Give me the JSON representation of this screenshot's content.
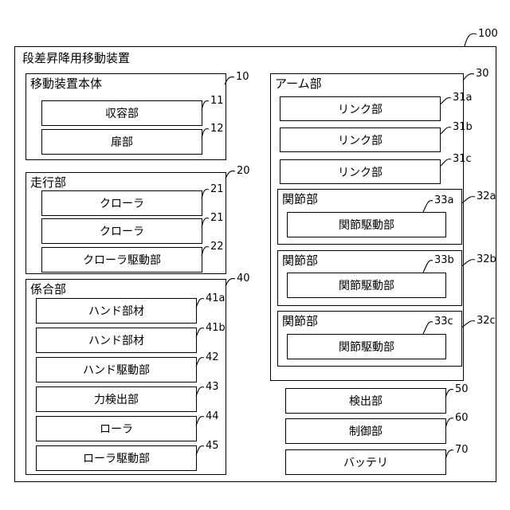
{
  "device": {
    "title": "段差昇降用移動装置",
    "ref": "100"
  },
  "body_unit": {
    "title": "移動装置本体",
    "ref": "10",
    "items": [
      {
        "label": "収容部",
        "ref": "11"
      },
      {
        "label": "扉部",
        "ref": "12"
      }
    ]
  },
  "travel_unit": {
    "title": "走行部",
    "ref": "20",
    "items": [
      {
        "label": "クローラ",
        "ref": "21"
      },
      {
        "label": "クローラ",
        "ref": "21"
      },
      {
        "label": "クローラ駆動部",
        "ref": "22"
      }
    ]
  },
  "engage_unit": {
    "title": "係合部",
    "ref": "40",
    "items": [
      {
        "label": "ハンド部材",
        "ref": "41a"
      },
      {
        "label": "ハンド部材",
        "ref": "41b"
      },
      {
        "label": "ハンド駆動部",
        "ref": "42"
      },
      {
        "label": "力検出部",
        "ref": "43"
      },
      {
        "label": "ローラ",
        "ref": "44"
      },
      {
        "label": "ローラ駆動部",
        "ref": "45"
      }
    ]
  },
  "arm_unit": {
    "title": "アーム部",
    "ref": "30",
    "links": [
      {
        "label": "リンク部",
        "ref": "31a"
      },
      {
        "label": "リンク部",
        "ref": "31b"
      },
      {
        "label": "リンク部",
        "ref": "31c"
      }
    ],
    "joints": [
      {
        "title": "関節部",
        "ref": "32a",
        "driver": {
          "label": "関節駆動部",
          "ref": "33a"
        }
      },
      {
        "title": "関節部",
        "ref": "32b",
        "driver": {
          "label": "関節駆動部",
          "ref": "33b"
        }
      },
      {
        "title": "関節部",
        "ref": "32c",
        "driver": {
          "label": "関節駆動部",
          "ref": "33c"
        }
      }
    ]
  },
  "detector": {
    "label": "検出部",
    "ref": "50"
  },
  "controller": {
    "label": "制御部",
    "ref": "60"
  },
  "battery": {
    "label": "バッテリ",
    "ref": "70"
  }
}
